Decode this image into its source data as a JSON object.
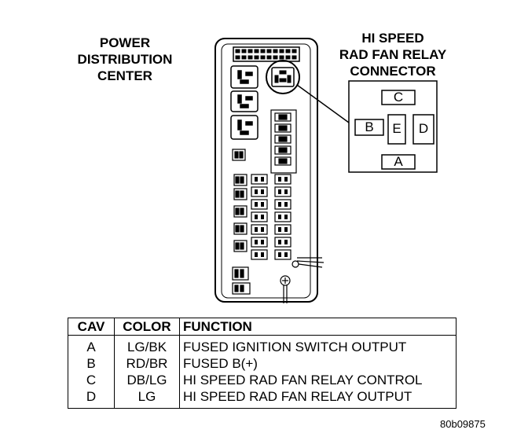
{
  "pdc_title": [
    "POWER",
    "DISTRIBUTION",
    "CENTER"
  ],
  "connector_title": [
    "HI SPEED",
    "RAD FAN RELAY",
    "CONNECTOR"
  ],
  "connector_pins": {
    "A": "A",
    "B": "B",
    "C": "C",
    "D": "D",
    "E": "E"
  },
  "table": {
    "headers": [
      "CAV",
      "COLOR",
      "FUNCTION"
    ],
    "rows": [
      [
        "A",
        "LG/BK",
        "FUSED IGNITION SWITCH OUTPUT"
      ],
      [
        "B",
        "RD/BR",
        "FUSED B(+)"
      ],
      [
        "C",
        "DB/LG",
        "HI SPEED RAD FAN RELAY CONTROL"
      ],
      [
        "D",
        "LG",
        "HI SPEED RAD FAN RELAY OUTPUT"
      ]
    ]
  },
  "figure_id": "80b09875"
}
